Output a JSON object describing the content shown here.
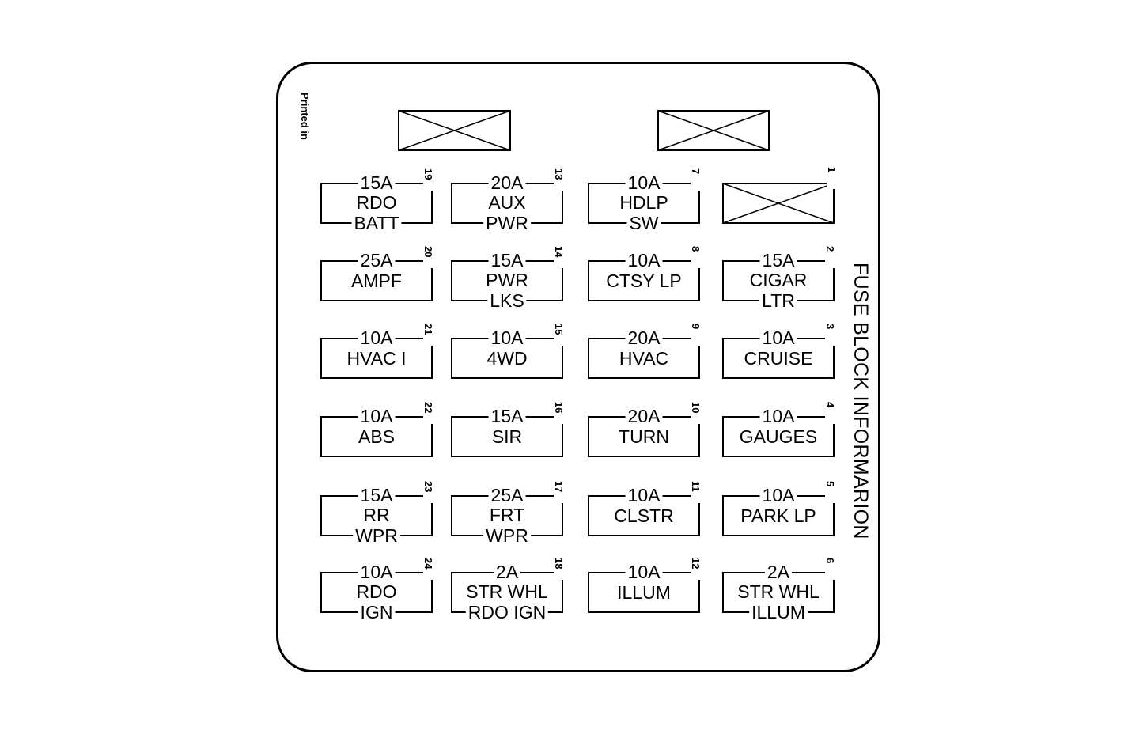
{
  "title": "FUSE BLOCK INFORMARION",
  "printed_note": "Printed in",
  "fuses": [
    {
      "num": "19",
      "amp": "15A",
      "label1": "RDO",
      "label2": "BATT"
    },
    {
      "num": "13",
      "amp": "20A",
      "label1": "AUX",
      "label2": "PWR"
    },
    {
      "num": "7",
      "amp": "10A",
      "label1": "HDLP",
      "label2": "SW"
    },
    {
      "num": "1",
      "amp": "",
      "label1": "",
      "label2": "",
      "empty": true
    },
    {
      "num": "20",
      "amp": "25A",
      "label1": "AMPF",
      "label2": ""
    },
    {
      "num": "14",
      "amp": "15A",
      "label1": "PWR",
      "label2": "LKS"
    },
    {
      "num": "8",
      "amp": "10A",
      "label1": "CTSY LP",
      "label2": ""
    },
    {
      "num": "2",
      "amp": "15A",
      "label1": "CIGAR",
      "label2": "LTR"
    },
    {
      "num": "21",
      "amp": "10A",
      "label1": "HVAC I",
      "label2": ""
    },
    {
      "num": "15",
      "amp": "10A",
      "label1": "4WD",
      "label2": ""
    },
    {
      "num": "9",
      "amp": "20A",
      "label1": "HVAC",
      "label2": ""
    },
    {
      "num": "3",
      "amp": "10A",
      "label1": "CRUISE",
      "label2": ""
    },
    {
      "num": "22",
      "amp": "10A",
      "label1": "ABS",
      "label2": ""
    },
    {
      "num": "16",
      "amp": "15A",
      "label1": "SIR",
      "label2": ""
    },
    {
      "num": "10",
      "amp": "20A",
      "label1": "TURN",
      "label2": ""
    },
    {
      "num": "4",
      "amp": "10A",
      "label1": "GAUGES",
      "label2": ""
    },
    {
      "num": "23",
      "amp": "15A",
      "label1": "RR",
      "label2": "WPR"
    },
    {
      "num": "17",
      "amp": "25A",
      "label1": "FRT",
      "label2": "WPR"
    },
    {
      "num": "11",
      "amp": "10A",
      "label1": "CLSTR",
      "label2": ""
    },
    {
      "num": "5",
      "amp": "10A",
      "label1": "PARK LP",
      "label2": ""
    },
    {
      "num": "24",
      "amp": "10A",
      "label1": "RDO",
      "label2": "IGN"
    },
    {
      "num": "18",
      "amp": "2A",
      "label1": "STR WHL",
      "label2": "RDO IGN"
    },
    {
      "num": "12",
      "amp": "10A",
      "label1": "ILLUM",
      "label2": ""
    },
    {
      "num": "6",
      "amp": "2A",
      "label1": "STR WHL",
      "label2": "ILLUM"
    }
  ]
}
